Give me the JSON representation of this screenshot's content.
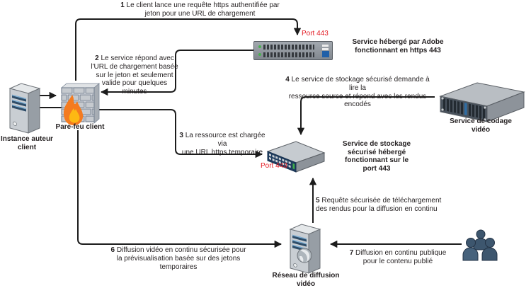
{
  "colors": {
    "line": "#1c1c1c",
    "port_label": "#e31b23",
    "text": "#231f20",
    "flame_orange": "#f47b20",
    "flame_yellow": "#fdb913",
    "stripe_blue": "#2f4d68",
    "people_blue": "#3d566e"
  },
  "annotations": [
    {
      "num": "1",
      "text": "Le client lance une requête https authentifiée par\njeton pour une URL de chargement"
    },
    {
      "num": "2",
      "text": "Le service répond avec\nl'URL de chargement basée\nsur le jeton et seulement\nvalide pour quelques\nminutes"
    },
    {
      "num": "3",
      "text": "La ressource est chargée via\nune URL https temporaire"
    },
    {
      "num": "4",
      "text": "Le service de stockage sécurisé demande à lire la\nressource source et répond avec les rendus encodés"
    },
    {
      "num": "5",
      "text": "Requête sécurisée de téléchargement\ndes rendus pour la diffusion en continu"
    },
    {
      "num": "6",
      "text": "Diffusion vidéo en continu sécurisée pour\nla prévisualisation basée sur des jetons\ntemporaires"
    },
    {
      "num": "7",
      "text": "Diffusion en continu publique\npour le contenu publié"
    }
  ],
  "nodes": {
    "author": {
      "label": "Instance auteur\nclient",
      "icon": "tower-server-icon"
    },
    "firewall": {
      "label": "Pare-feu client",
      "icon": "firewall-flame-icon"
    },
    "adobe": {
      "label": "Service hébergé par Adobe\nfonctionnant en https 443",
      "port": "Port 443",
      "icon": "rack-switch-icon"
    },
    "coding": {
      "label": "Service de codage\nvidéo",
      "icon": "rack-server-icon"
    },
    "storage": {
      "label": "Service de stockage\nsécurisé hébergé\nfonctionnant sur le\nport 443",
      "port": "Port 443",
      "icon": "network-switch-icon"
    },
    "cdn": {
      "label": "Réseau de diffusion\nvidéo",
      "icon": "cdn-globe-server-icon"
    },
    "users": {
      "icon": "user-group-icon"
    }
  }
}
